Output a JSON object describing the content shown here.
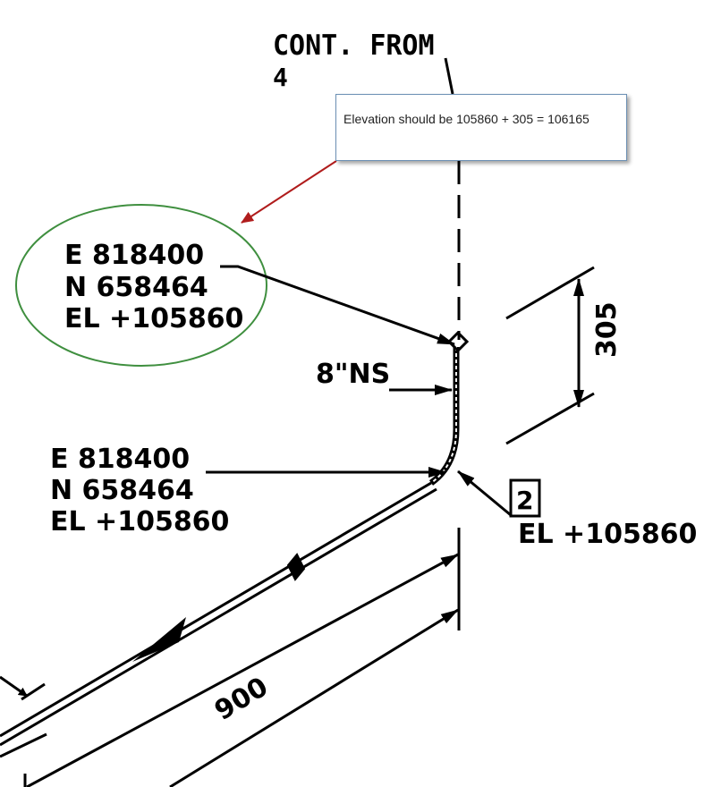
{
  "cont_from": {
    "line1": "CONT. FROM",
    "line2": "4"
  },
  "callout": {
    "text": "Elevation should be 105860 + 305 = 106165",
    "arrow_color": "#b01c1c",
    "ellipse_color": "#3f8f3f"
  },
  "top_coord": {
    "e": "E 818400",
    "n": "N 658464",
    "el": "EL +105860"
  },
  "size_label": "8\"NS",
  "dim_vertical": "305",
  "bend_coord": {
    "e": "E 818400",
    "n": "N 658464",
    "el": "EL +105860"
  },
  "ref_box": {
    "number": "2",
    "el": "EL +105860"
  },
  "dim_horizontal": "900"
}
